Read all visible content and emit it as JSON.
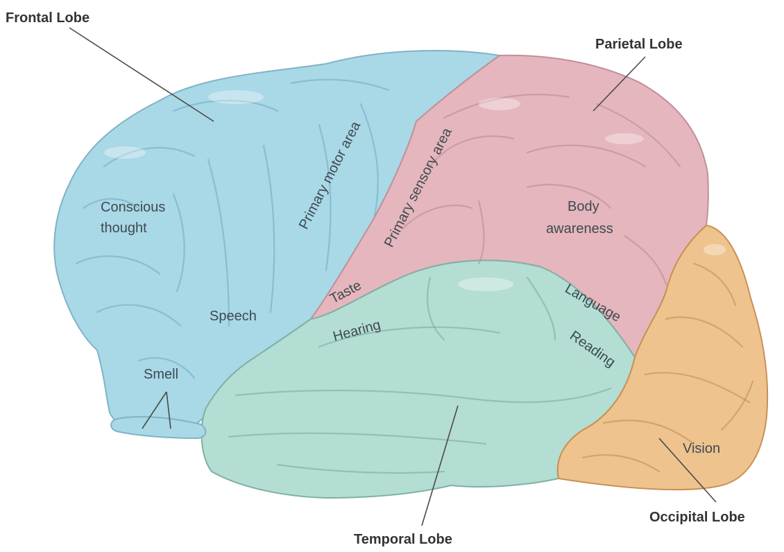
{
  "lobes": {
    "frontal": "Frontal Lobe",
    "parietal": "Parietal Lobe",
    "temporal": "Temporal Lobe",
    "occipital": "Occipital Lobe"
  },
  "areas": {
    "conscious_line1": "Conscious",
    "conscious_line2": "thought",
    "primary_motor": "Primary motor area",
    "primary_sensory": "Primary sensory area",
    "body_line1": "Body",
    "body_line2": "awareness",
    "taste": "Taste",
    "speech": "Speech",
    "hearing": "Hearing",
    "language": "Language",
    "reading": "Reading",
    "smell": "Smell",
    "vision": "Vision"
  },
  "colors": {
    "frontal": "#a9d8e6",
    "parietal": "#e5b6bd",
    "temporal": "#b4ddd3",
    "occipital": "#eec38e"
  }
}
